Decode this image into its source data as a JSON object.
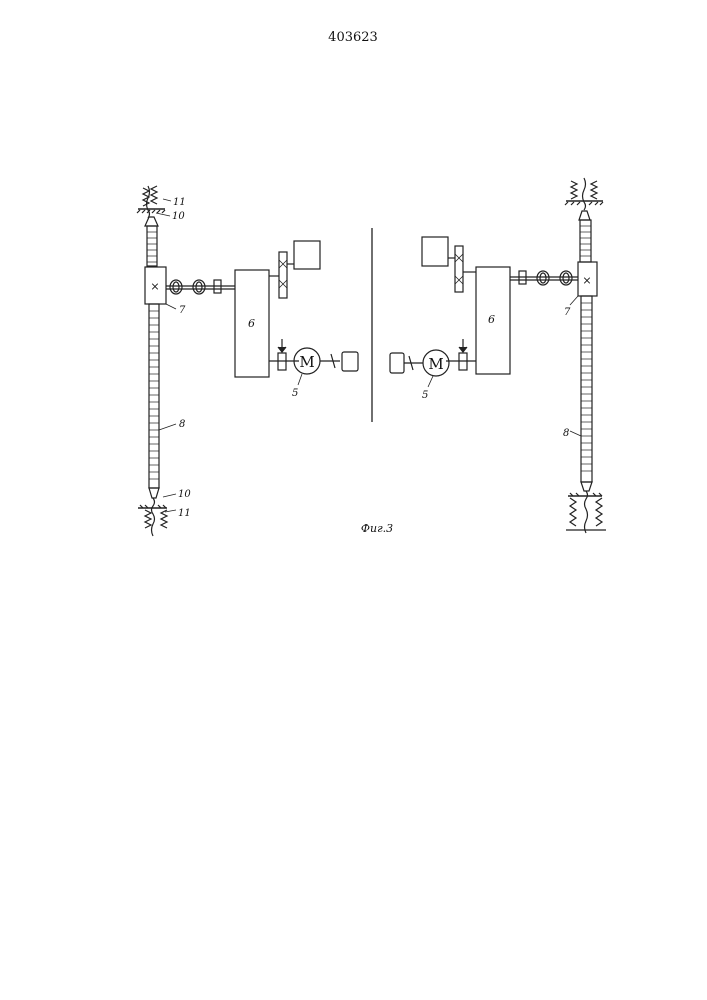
{
  "patent_number": "403623",
  "figure_caption": "Фиг.3",
  "left": {
    "labels": {
      "spring_top": "11",
      "anchor_top": "10",
      "carriage": "7",
      "gearbox": "6",
      "motor": "5",
      "screw": "8",
      "anchor_bottom": "10",
      "spring_bottom": "11"
    },
    "motor_letter": "M",
    "carriage_mark": "×"
  },
  "right": {
    "labels": {
      "gearbox": "6",
      "carriage": "7",
      "motor": "5",
      "screw": "8"
    },
    "motor_letter": "M",
    "carriage_mark": "×"
  }
}
